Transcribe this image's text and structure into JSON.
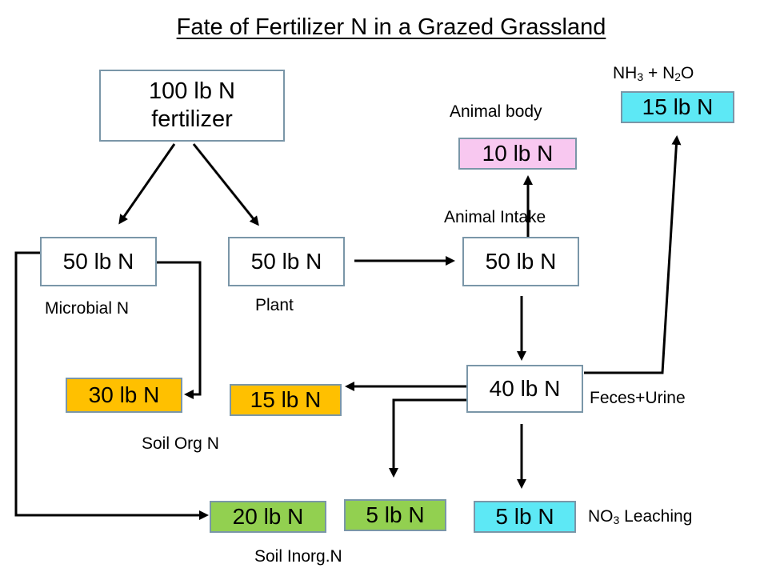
{
  "title": "Fate of Fertilizer N in a Grazed Grassland",
  "colors": {
    "white": "#ffffff",
    "pink": "#f8c8f0",
    "cyan": "#5de8f5",
    "orange": "#ffc000",
    "green": "#92d050",
    "border": "#7a96a8"
  },
  "boxes": {
    "fertilizer": {
      "line1": "100 lb N",
      "line2": "fertilizer"
    },
    "microbial": "50 lb N",
    "plant": "50 lb N",
    "intake": "50 lb N",
    "animal_body": "10 lb N",
    "gas": "15 lb N",
    "feces_urine": "40 lb N",
    "soil_org_a": "30 lb N",
    "soil_org_b": "15 lb N",
    "soil_inorg_a": "20 lb N",
    "soil_inorg_b": "5 lb N",
    "leach": "5 lb N"
  },
  "labels": {
    "microbial_n": "Microbial N",
    "plant": "Plant",
    "animal_body": "Animal body",
    "animal_intake": "Animal Intake",
    "gas_nh": "NH",
    "gas_3": "3",
    "gas_plus": " + N",
    "gas_2": "2",
    "gas_o": "O",
    "feces_urine": "Feces+Urine",
    "soil_org_n": "Soil Org N",
    "soil_inorg_n": "Soil Inorg.N",
    "no": "NO",
    "no_3": "3",
    "leaching": " Leaching"
  }
}
